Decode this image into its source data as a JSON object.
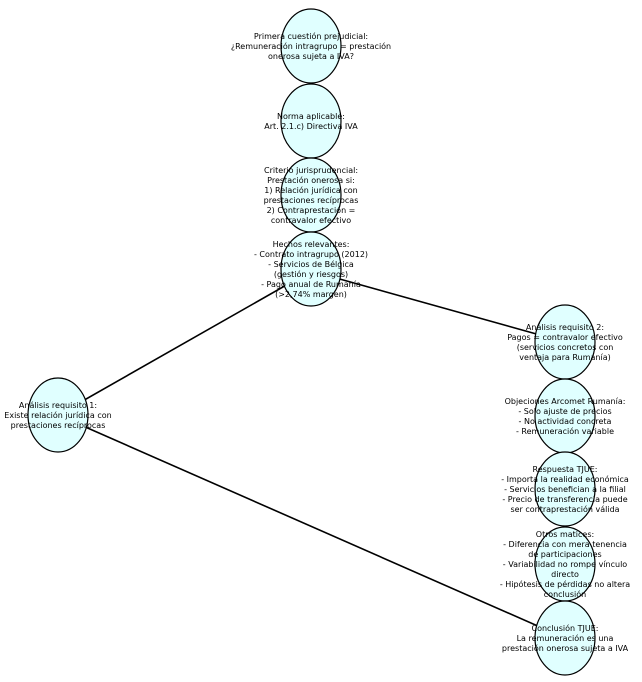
{
  "colors": {
    "node_fill": "#e0ffff",
    "node_stroke": "#000000",
    "edge": "#000000",
    "text": "#000000"
  },
  "nodes": [
    {
      "id": "n1",
      "lines": [
        "Primera cuestión prejudicial:",
        "¿Remuneración intragrupo = prestación",
        "onerosa sujeta a IVA?"
      ]
    },
    {
      "id": "n2",
      "lines": [
        "Norma aplicable:",
        "Art. 2.1.c) Directiva IVA"
      ]
    },
    {
      "id": "n3",
      "lines": [
        "Criterio jurisprudencial:",
        "Prestación onerosa si:",
        "1) Relación jurídica con",
        "prestaciones recíprocas",
        "2) Contraprestación =",
        "contravalor efectivo"
      ]
    },
    {
      "id": "n4",
      "lines": [
        "Hechos relevantes:",
        "- Contrato intragrupo (2012)",
        "- Servicios de Bélgica",
        "(gestión y riesgos)",
        "- Pago anual de Rumanía",
        "(>2,74% margen)"
      ]
    },
    {
      "id": "n5",
      "lines": [
        "Análisis requisito 1:",
        "Existe relación jurídica con",
        "prestaciones recíprocas"
      ]
    },
    {
      "id": "n6",
      "lines": [
        "Análisis requisito 2:",
        "Pagos = contravalor efectivo",
        "(servicios concretos con",
        "ventaja para Rumanía)"
      ]
    },
    {
      "id": "n7",
      "lines": [
        "Objeciones Arcomet Rumanía:",
        "- Solo ajuste de precios",
        "- No actividad concreta",
        "- Remuneración variable"
      ]
    },
    {
      "id": "n8",
      "lines": [
        "Respuesta TJUE:",
        "- Importa la realidad económica",
        "- Servicios benefician a la filial",
        "- Precio de transferencia puede",
        "ser contraprestación válida"
      ]
    },
    {
      "id": "n9",
      "lines": [
        "Otros matices:",
        "- Diferencia con mera tenencia",
        "de participaciones",
        "- Variabilidad no rompe vínculo",
        "directo",
        "- Hipótesis de pérdidas no altera",
        "conclusión"
      ]
    },
    {
      "id": "n10",
      "lines": [
        "Conclusión TJUE:",
        "La remuneración es una",
        "prestación onerosa sujeta a IVA"
      ]
    }
  ],
  "edges": [
    {
      "from": "n4",
      "to": "n5"
    },
    {
      "from": "n4",
      "to": "n6"
    },
    {
      "from": "n5",
      "to": "n10"
    }
  ]
}
